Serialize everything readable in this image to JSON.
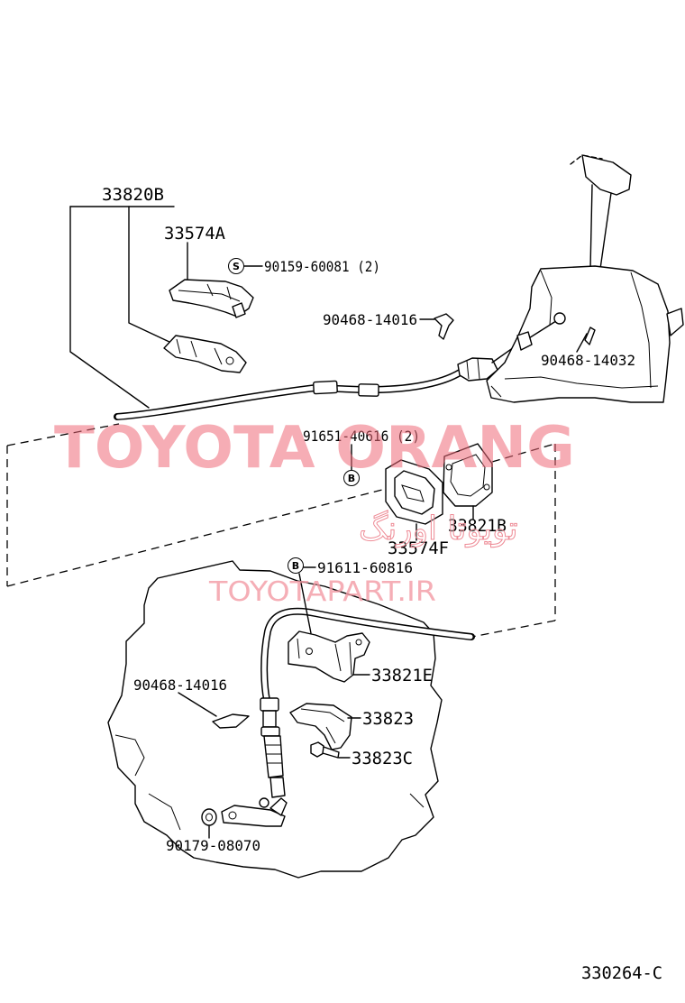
{
  "part_labels": [
    "33820B",
    "33574A",
    "90159-60081 (2)",
    "90468-14016",
    "90468-14032",
    "91651-40616 (2)",
    "33821B",
    "33574F",
    "91611-60816",
    "33821E",
    "90468-14016",
    "33823",
    "33823C",
    "90179-08070"
  ],
  "symbols": {
    "s_mark": "S",
    "b_mark": "B"
  },
  "figure_code": "330264-C",
  "watermark": {
    "brand": "TOYOTA ORANG",
    "persian": "تویوتا اورنگ",
    "site": "TOYOTAPART.IR"
  },
  "colors": {
    "line": "#000000",
    "background": "#ffffff",
    "watermark": "#ee6a78"
  }
}
